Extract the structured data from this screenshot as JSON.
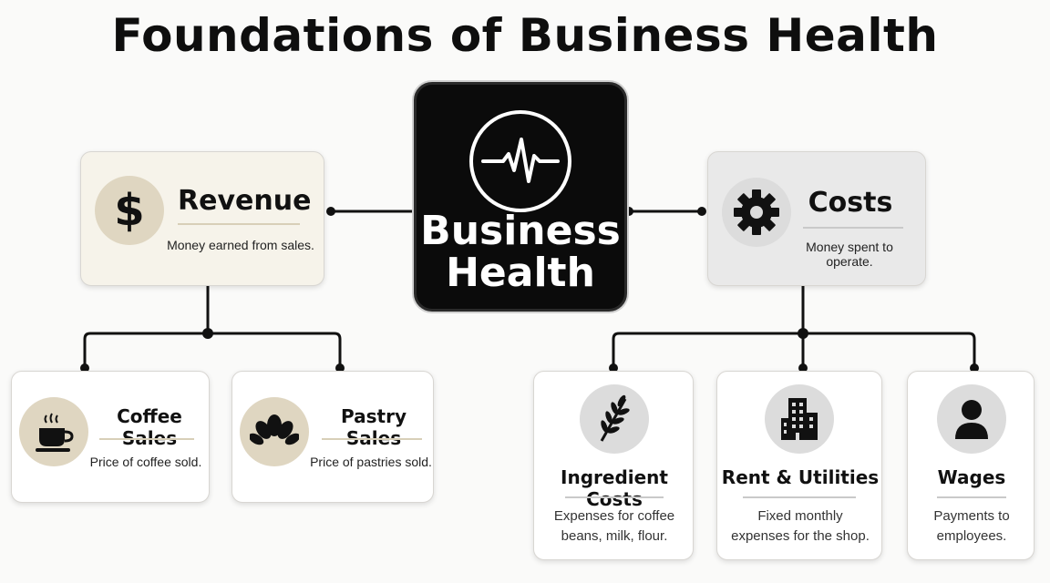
{
  "title": "Foundations of Business Health",
  "center": {
    "label_line1": "Business",
    "label_line2": "Health",
    "icon": "heartbeat-icon"
  },
  "revenue": {
    "title": "Revenue",
    "description": "Money earned from sales.",
    "icon": "dollar-icon"
  },
  "costs": {
    "title": "Costs",
    "description": "Money spent to operate.",
    "icon": "gear-icon"
  },
  "revenue_children": [
    {
      "title": "Coffee Sales",
      "description": "Price of coffee sold.",
      "icon": "coffee-cup-icon"
    },
    {
      "title": "Pastry Sales",
      "description": "Price of pastries sold.",
      "icon": "croissant-icon"
    }
  ],
  "cost_children": [
    {
      "title": "Ingredient Costs",
      "description_line1": "Expenses for coffee",
      "description_line2": "beans, milk, flour.",
      "icon": "wheat-icon"
    },
    {
      "title": "Rent & Utilities",
      "description_line1": "Fixed monthly",
      "description_line2": "expenses for the shop.",
      "icon": "building-icon"
    },
    {
      "title": "Wages",
      "description_line1": "Payments to",
      "description_line2": "employees.",
      "icon": "person-icon"
    }
  ],
  "colors": {
    "center_bg": "#0b0b0b",
    "revenue_bg": "#f6f3ea",
    "costs_bg": "#e9e9e9",
    "icon_beige": "#dfd6c1"
  }
}
